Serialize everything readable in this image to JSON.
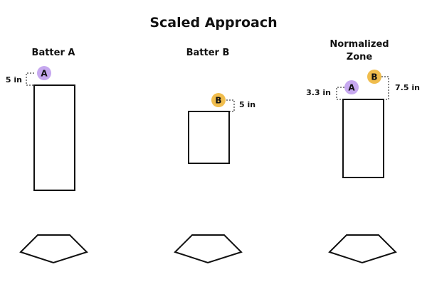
{
  "title": "Scaled Approach",
  "colors": {
    "ball_a": "#c6a8ef",
    "ball_b": "#f0bd4d",
    "stroke": "#111111"
  },
  "panels": [
    {
      "label_lines": [
        "Batter A"
      ],
      "balls": [
        {
          "letter": "A",
          "color": "#c6a8ef",
          "measure": "5 in"
        }
      ]
    },
    {
      "label_lines": [
        "Batter B"
      ],
      "balls": [
        {
          "letter": "B",
          "color": "#f0bd4d",
          "measure": "5 in"
        }
      ]
    },
    {
      "label_lines": [
        "Normalized",
        "Zone"
      ],
      "balls": [
        {
          "letter": "A",
          "color": "#c6a8ef",
          "measure": "3.3 in"
        },
        {
          "letter": "B",
          "color": "#f0bd4d",
          "measure": "7.5 in"
        }
      ]
    }
  ]
}
